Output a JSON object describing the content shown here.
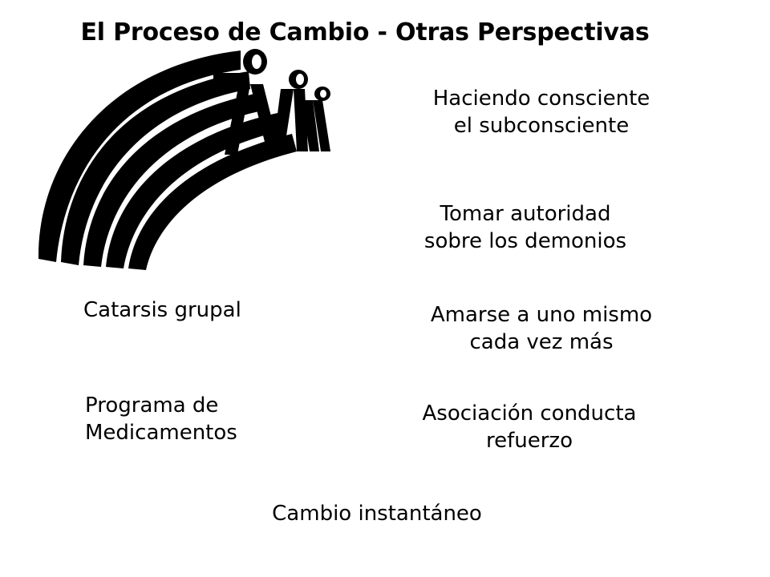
{
  "slide": {
    "title": "El Proceso de Cambio - Otras Perspectivas",
    "logo_icon": "people-rainbow-logo-icon",
    "items": [
      {
        "line1": "Haciendo consciente",
        "line2": "el subconsciente"
      },
      {
        "line1": "Tomar autoridad",
        "line2": "sobre los demonios"
      },
      {
        "line1": "Amarse a uno mismo",
        "line2": "cada vez más"
      },
      {
        "line1": "Asociación conducta",
        "line2": "refuerzo"
      },
      {
        "line1": "Catarsis grupal"
      },
      {
        "line1": "Programa de",
        "line2": "Medicamentos"
      },
      {
        "line1": "Cambio instantáneo"
      }
    ]
  }
}
